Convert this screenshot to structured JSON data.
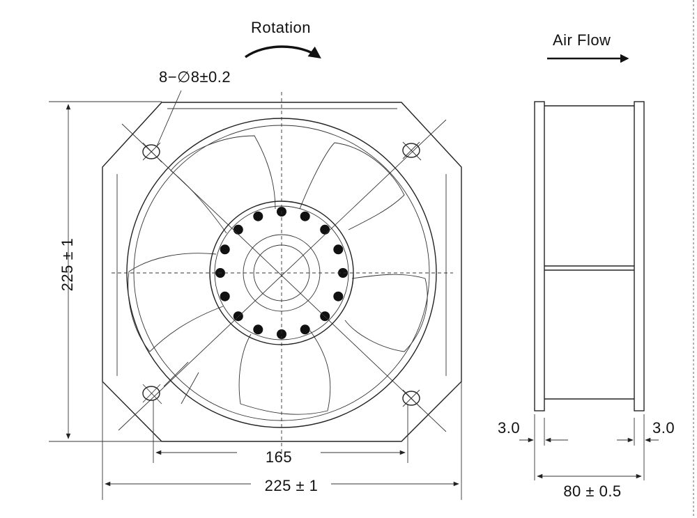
{
  "labels": {
    "rotation": "Rotation",
    "air_flow": "Air Flow",
    "holes": "8−∅8±0.2",
    "height": "225 ± 1",
    "width": "225 ± 1",
    "hole_spacing": "165",
    "flange_left": "3.0",
    "flange_right": "3.0",
    "depth": "80 ± 0.5"
  },
  "hub_dots": 16
}
